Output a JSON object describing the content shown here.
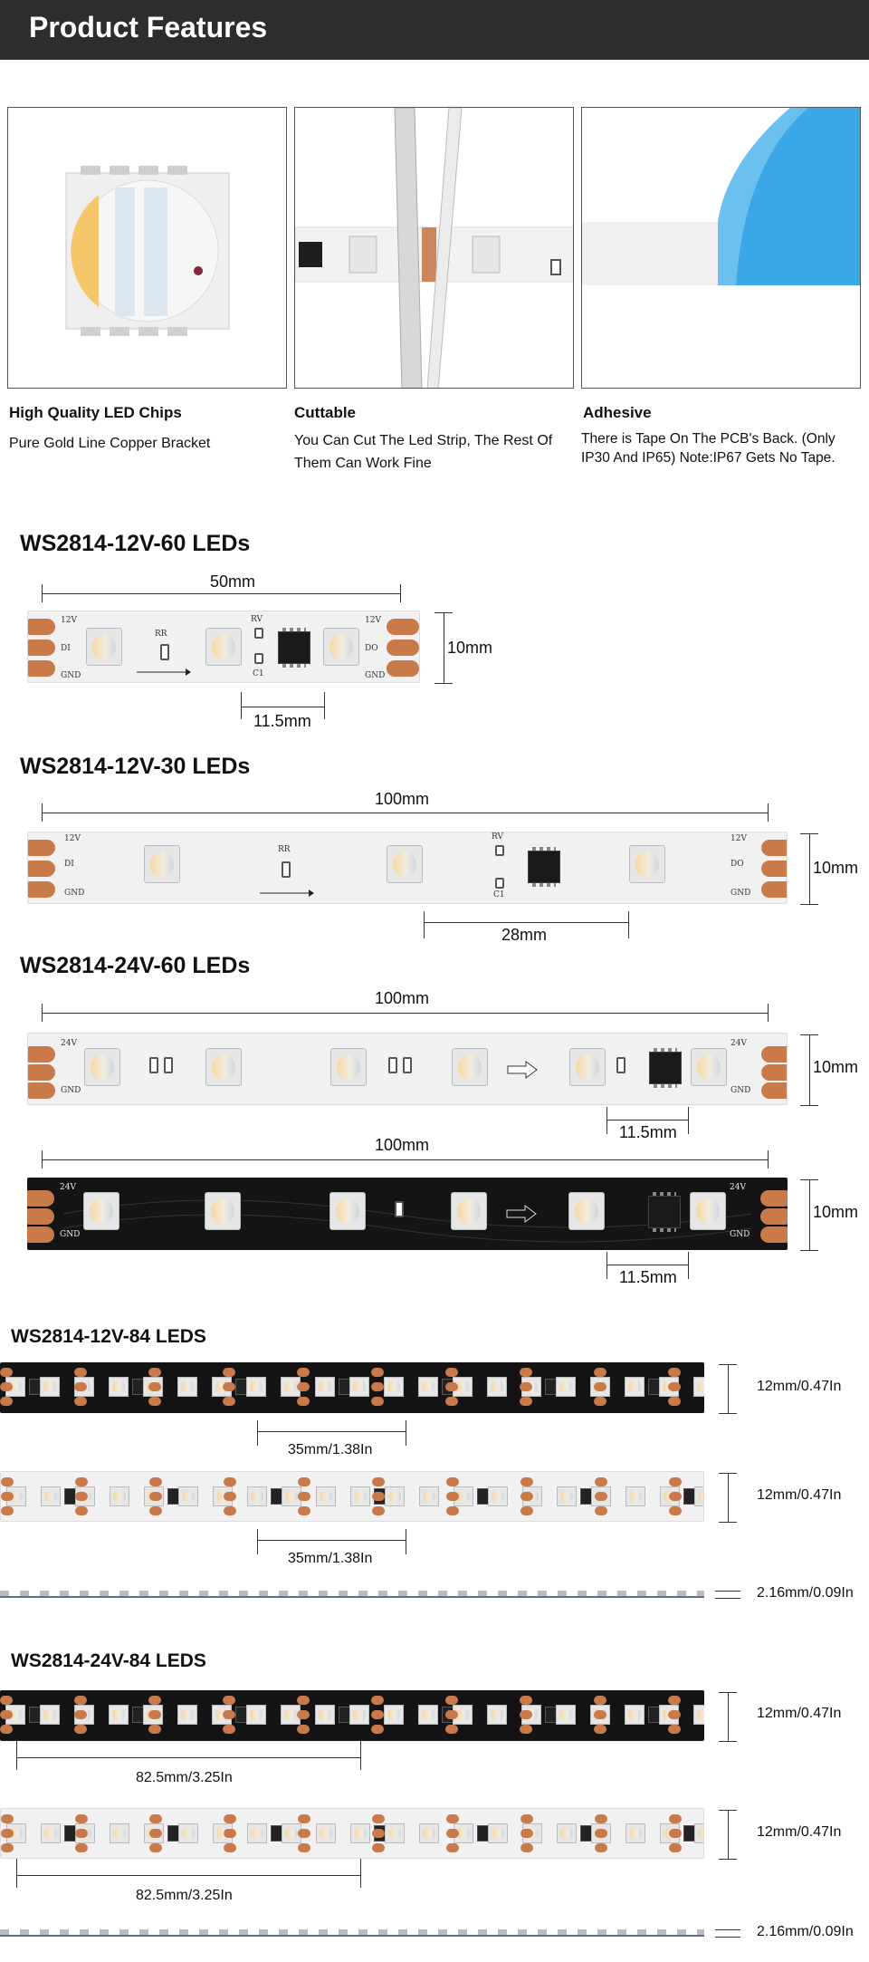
{
  "header": {
    "title": "Product Features"
  },
  "features": [
    {
      "title": "High Quality LED Chips",
      "desc": "Pure Gold Line Copper Bracket"
    },
    {
      "title": "Cuttable",
      "desc": "You Can Cut The Led Strip, The Rest Of Them Can Work Fine"
    },
    {
      "title": "Adhesive",
      "desc": "There is Tape On The PCB's Back. (Only IP30 And IP65) Note:IP67 Gets No Tape."
    }
  ],
  "strip_labels": {
    "v12": "12V",
    "v24": "24V",
    "di": "DI",
    "do": "DO",
    "gnd": "GND",
    "rr": "RR",
    "rv": "RV",
    "c1": "C1"
  },
  "sections": [
    {
      "title": "WS2814-12V-60 LEDs",
      "length": "50mm",
      "width": "10mm",
      "pitch": "11.5mm"
    },
    {
      "title": "WS2814-12V-30 LEDs",
      "length": "100mm",
      "width": "10mm",
      "pitch": "28mm"
    },
    {
      "title": "WS2814-24V-60 LEDs",
      "length": "100mm",
      "width": "10mm",
      "pitch": "11.5mm",
      "length2": "100mm",
      "width2": "10mm",
      "pitch2": "11.5mm"
    },
    {
      "title": "WS2814-12V-84 LEDS",
      "width": "12mm/0.47In",
      "pitch": "35mm/1.38In",
      "width2": "12mm/0.47In",
      "pitch2": "35mm/1.38In",
      "thickness": "2.16mm/0.09In"
    },
    {
      "title": "WS2814-24V-84 LEDS",
      "width": "12mm/0.47In",
      "pitch": "82.5mm/3.25In",
      "width2": "12mm/0.47In",
      "pitch2": "82.5mm/3.25In",
      "thickness": "2.16mm/0.09In"
    }
  ],
  "colors": {
    "header_bg": "#2d2d2d",
    "pad": "#c87a4a",
    "tape": "#3aa7e6"
  }
}
